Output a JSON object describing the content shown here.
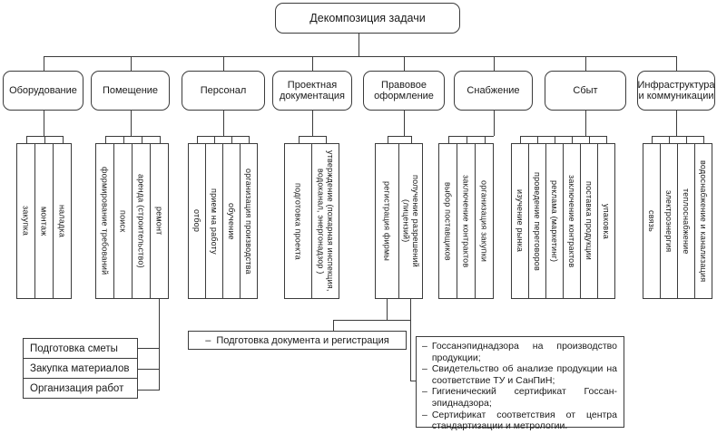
{
  "title": "Декомпозиция задачи",
  "branches": [
    {
      "label": "Оборудование",
      "strips": [
        "закупка",
        "монтаж",
        "наладка"
      ]
    },
    {
      "label": "Помещение",
      "strips": [
        "формирование требований",
        "поиск",
        "аренда (строительство)",
        "ремонт"
      ]
    },
    {
      "label": "Персонал",
      "strips": [
        "отбор",
        "прием на работу",
        "обучение",
        "организация производства"
      ]
    },
    {
      "label": "Проектная документация",
      "strips": [
        "подготовка проекта",
        "утверждение (пожарная инспекция,\nводоканал, энергонадзор )"
      ]
    },
    {
      "label": "Правовое оформление",
      "strips": [
        "регистрация фирмы",
        "получение разрешений\n(лицензий)"
      ]
    },
    {
      "label": "Снабжение",
      "strips": [
        "выбор поставщиков",
        "заключение контрактов",
        "организация закупки"
      ]
    },
    {
      "label": "Сбыт",
      "strips": [
        "изучение рынка",
        "проведение переговоров",
        "реклама (маркетинг)",
        "заключение контрактов",
        "поставка продукции",
        "упаковка"
      ]
    },
    {
      "label": "Инфраструктура и коммуникации",
      "strips": [
        "связь",
        "электроэнергия",
        "теплоснабжение",
        "водоснабжение и канализация"
      ]
    }
  ],
  "repair_tasks": {
    "items": [
      "Подготовка сметы",
      "Закупка материалов",
      "Организация работ"
    ]
  },
  "registration_note": {
    "bullet": "–",
    "text": "Подготовка документа и регистрация"
  },
  "certificates": {
    "bullet": "–",
    "items": [
      "Госсанэпиднадзора на производство продукции;",
      "Свидетельство об анализе продукции на соответствие ТУ и СанПиН;",
      "Гигиенический сертификат Госсан-эпиднадзора;",
      "Сертификат соответствия от центра стандартизации и метрологии."
    ]
  },
  "colors": {
    "line": "#3b3b3b",
    "background": "#ffffff",
    "text": "#1a1a1a"
  }
}
